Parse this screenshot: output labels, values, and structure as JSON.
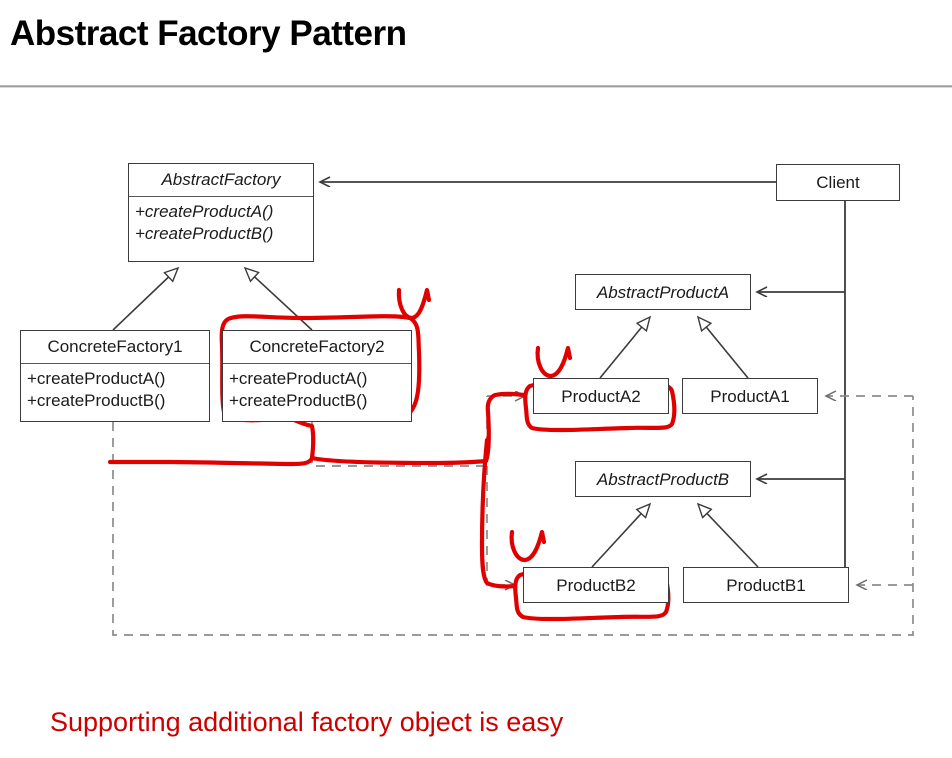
{
  "slide": {
    "title": "Abstract Factory Pattern",
    "caption": "Supporting additional factory object is easy",
    "annotation_color": "#e00000",
    "line_color": "#3b3b3b",
    "dashed_color": "#8c8c8c",
    "background": "#ffffff"
  },
  "diagram": {
    "type": "uml-class-diagram",
    "classes": [
      {
        "id": "abstract-factory",
        "name": "AbstractFactory",
        "abstract": true,
        "members": [
          "+createProductA()",
          "+createProductB()"
        ],
        "annotated": false
      },
      {
        "id": "client",
        "name": "Client",
        "abstract": false,
        "members": [],
        "annotated": false
      },
      {
        "id": "concrete-factory-1",
        "name": "ConcreteFactory1",
        "abstract": false,
        "members": [
          "+createProductA()",
          "+createProductB()"
        ],
        "annotated": false
      },
      {
        "id": "concrete-factory-2",
        "name": "ConcreteFactory2",
        "abstract": false,
        "members": [
          "+createProductA()",
          "+createProductB()"
        ],
        "annotated": true
      },
      {
        "id": "abstract-product-a",
        "name": "AbstractProductA",
        "abstract": true,
        "members": [],
        "annotated": false
      },
      {
        "id": "product-a2",
        "name": "ProductA2",
        "abstract": false,
        "members": [],
        "annotated": true
      },
      {
        "id": "product-a1",
        "name": "ProductA1",
        "abstract": false,
        "members": [],
        "annotated": false
      },
      {
        "id": "abstract-product-b",
        "name": "AbstractProductB",
        "abstract": true,
        "members": [],
        "annotated": false
      },
      {
        "id": "product-b2",
        "name": "ProductB2",
        "abstract": false,
        "members": [],
        "annotated": true
      },
      {
        "id": "product-b1",
        "name": "ProductB1",
        "abstract": false,
        "members": [],
        "annotated": false
      }
    ],
    "relationships": [
      {
        "from": "client",
        "to": "abstract-factory",
        "kind": "association"
      },
      {
        "from": "client",
        "to": "abstract-product-a",
        "kind": "association"
      },
      {
        "from": "client",
        "to": "abstract-product-b",
        "kind": "association"
      },
      {
        "from": "concrete-factory-1",
        "to": "abstract-factory",
        "kind": "generalization"
      },
      {
        "from": "concrete-factory-2",
        "to": "abstract-factory",
        "kind": "generalization"
      },
      {
        "from": "product-a2",
        "to": "abstract-product-a",
        "kind": "generalization"
      },
      {
        "from": "product-a1",
        "to": "abstract-product-a",
        "kind": "generalization"
      },
      {
        "from": "product-b2",
        "to": "abstract-product-b",
        "kind": "generalization"
      },
      {
        "from": "product-b1",
        "to": "abstract-product-b",
        "kind": "generalization"
      },
      {
        "from": "concrete-factory-1",
        "to": "product-a1",
        "kind": "dependency"
      },
      {
        "from": "concrete-factory-1",
        "to": "product-b1",
        "kind": "dependency"
      },
      {
        "from": "concrete-factory-2",
        "to": "product-a2",
        "kind": "dependency"
      },
      {
        "from": "concrete-factory-2",
        "to": "product-b2",
        "kind": "dependency"
      }
    ],
    "annotations": [
      {
        "id": "circle-concrete-factory-2",
        "shape": "hand-drawn-ellipse",
        "target": "concrete-factory-2"
      },
      {
        "id": "tick-concrete-factory-2",
        "shape": "check-mark",
        "target": "concrete-factory-2"
      },
      {
        "id": "circle-product-a2",
        "shape": "hand-drawn-ellipse",
        "target": "product-a2"
      },
      {
        "id": "tick-product-a2",
        "shape": "check-mark",
        "target": "product-a2"
      },
      {
        "id": "circle-product-b2",
        "shape": "hand-drawn-ellipse",
        "target": "product-b2"
      },
      {
        "id": "tick-product-b2",
        "shape": "check-mark",
        "target": "product-b2"
      },
      {
        "id": "trace-concrete-factory-2-to-products",
        "shape": "hand-drawn-arrow-path",
        "target": "concrete-factory-2"
      }
    ]
  }
}
